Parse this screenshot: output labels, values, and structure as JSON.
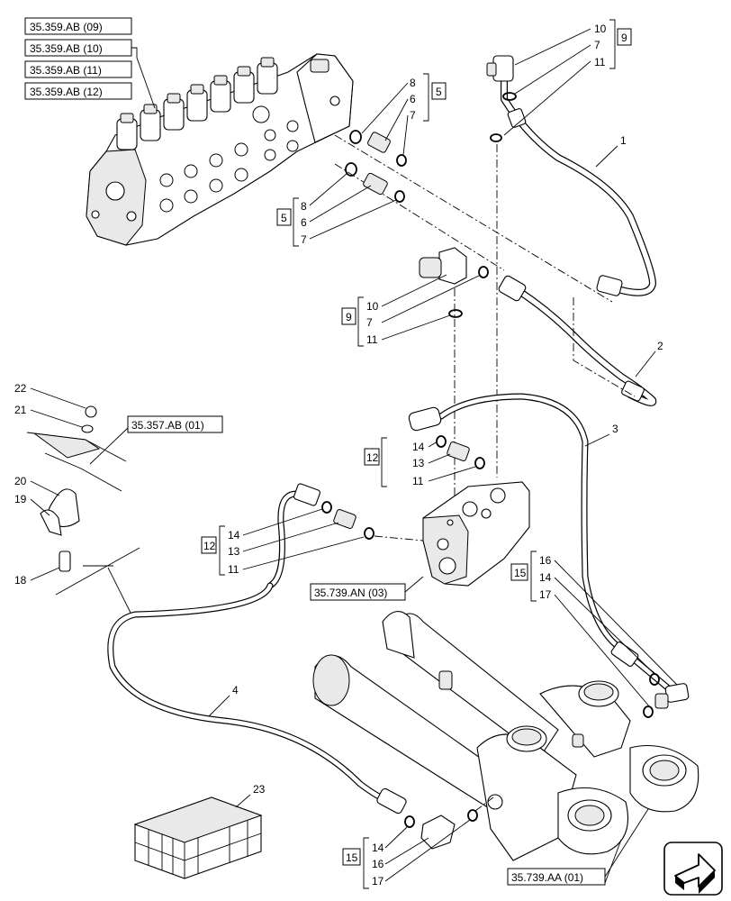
{
  "refs": {
    "valve_09": "35.359.AB (09)",
    "valve_10": "35.359.AB (10)",
    "valve_11": "35.359.AB (11)",
    "valve_12": "35.359.AB (12)",
    "bracket": "35.357.AB (01)",
    "block": "35.739.AN (03)",
    "cylinder": "35.739.AA (01)"
  },
  "groups": {
    "g5a": "5",
    "g5b": "5",
    "g9a": "9",
    "g9b": "9",
    "g12a": "12",
    "g12b": "12",
    "g15a": "15",
    "g15b": "15"
  },
  "callouts": {
    "c8a": "8",
    "c6a": "6",
    "c7a": "7",
    "c8b": "8",
    "c6b": "6",
    "c7b": "7",
    "c10a": "10",
    "c7c": "7",
    "c11a": "11",
    "c10b": "10",
    "c7d": "7",
    "c11b": "11",
    "c14a": "14",
    "c13a": "13",
    "c11c": "11",
    "c14b": "14",
    "c13b": "13",
    "c11d": "11",
    "c16a": "16",
    "c14c": "14",
    "c17a": "17",
    "c14d": "14",
    "c16b": "16",
    "c17b": "17",
    "c1": "1",
    "c2": "2",
    "c3": "3",
    "c4": "4",
    "c18": "18",
    "c19": "19",
    "c20": "20",
    "c21": "21",
    "c22": "22",
    "c23": "23"
  }
}
